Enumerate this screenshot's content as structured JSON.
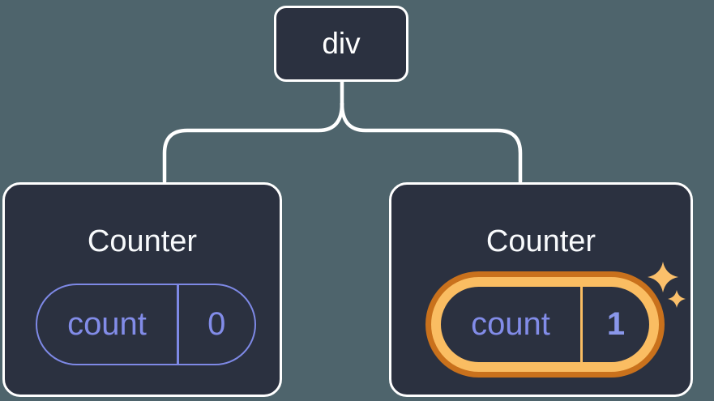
{
  "tree": {
    "root": {
      "label": "div"
    },
    "children": [
      {
        "title": "Counter",
        "state_label": "count",
        "state_value": "0",
        "highlighted": false
      },
      {
        "title": "Counter",
        "state_label": "count",
        "state_value": "1",
        "highlighted": true
      }
    ]
  },
  "icons": {
    "sparkles": "sparkles-icon"
  },
  "colors": {
    "background": "#4E646C",
    "node_background": "#2B3140",
    "node_border": "#FFFFFF",
    "title_text": "#F8FAFC",
    "state_accent": "#7E89E6",
    "state_text": "#828CE8",
    "state_value_highlight_text": "#8A97EA",
    "highlight_ring_outer": "#C9711C",
    "highlight_ring_inner": "#FABD62",
    "sparkle": "#FBC06B"
  }
}
